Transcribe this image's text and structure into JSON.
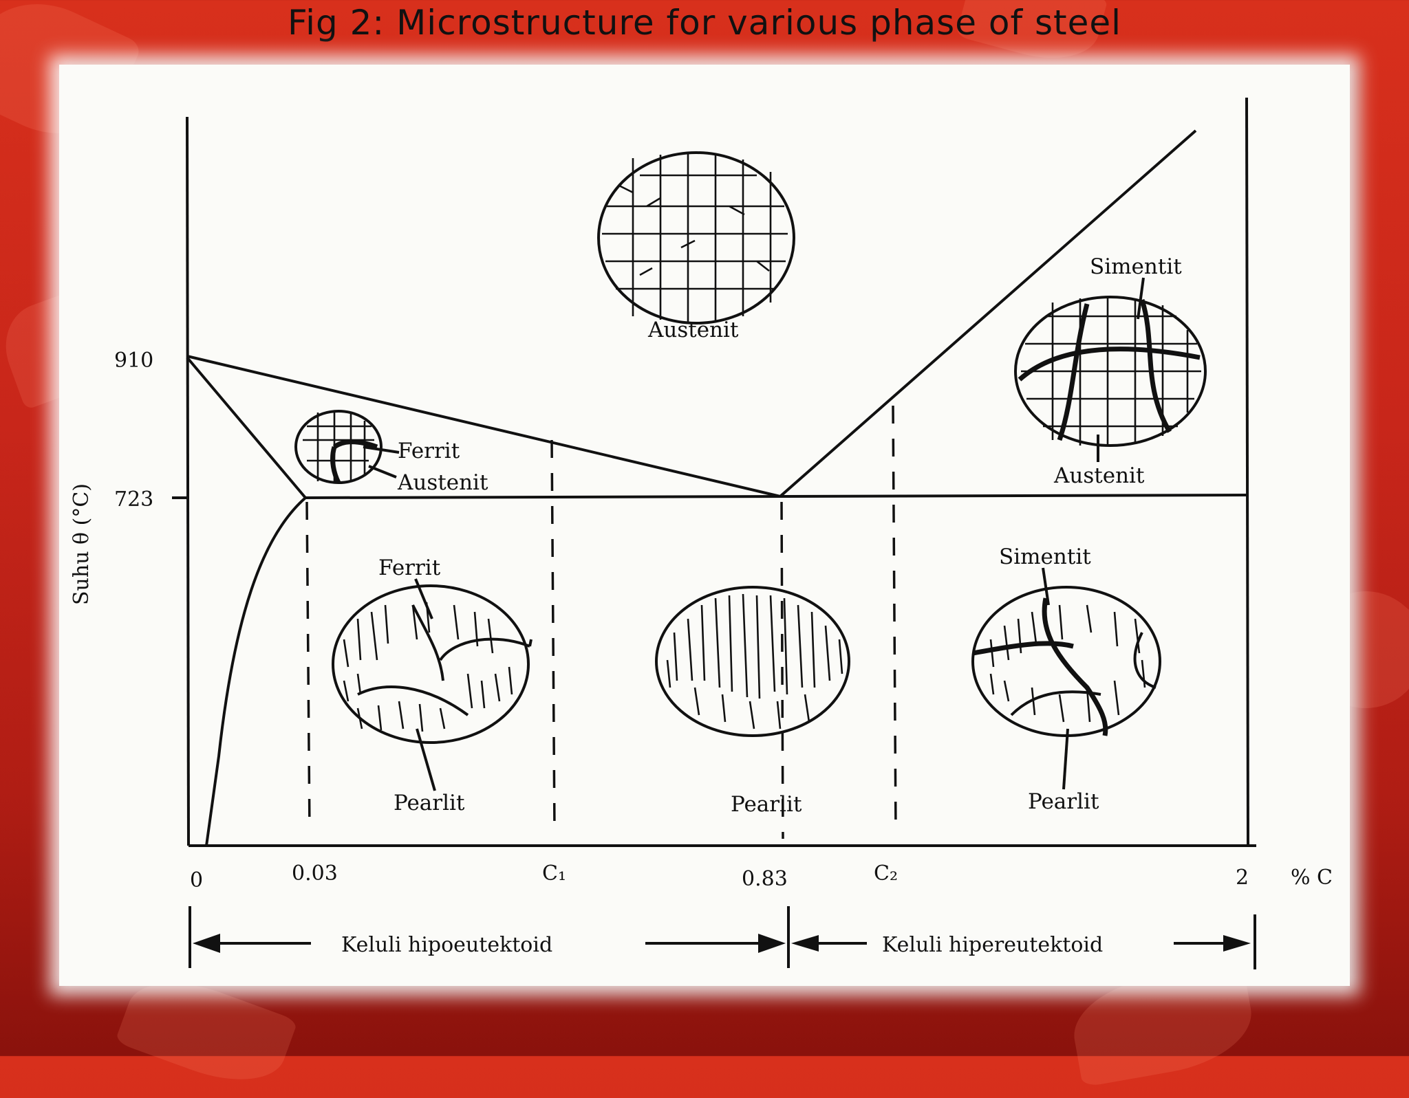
{
  "slide": {
    "title": "Fig 2: Microstructure for various phase of steel"
  },
  "diagram": {
    "y_axis_label": "Suhu θ (°C)",
    "y_ticks": [
      "910",
      "723"
    ],
    "x_ticks": [
      "0",
      "0.03",
      "C₁",
      "0.83",
      "C₂",
      "2",
      "% C"
    ],
    "labels": {
      "austenit_top": "Austenit",
      "simentit_top": "Simentit",
      "austenit_right": "Austenit",
      "ferrit_small": "Ferrit",
      "austenit_small": "Austenit",
      "ferrit_left": "Ferrit",
      "pearlit_left": "Pearlit",
      "pearlit_mid": "Pearlit",
      "simentit_right": "Simentit",
      "pearlit_right": "Pearlit"
    },
    "ranges": {
      "hypo": "Keluli hipoeutektoid",
      "hyper": "Keluli hipereutektoid"
    }
  },
  "colors": {
    "background_red": "#c8261a",
    "paper": "#fbfbf8",
    "ink": "#111111"
  }
}
